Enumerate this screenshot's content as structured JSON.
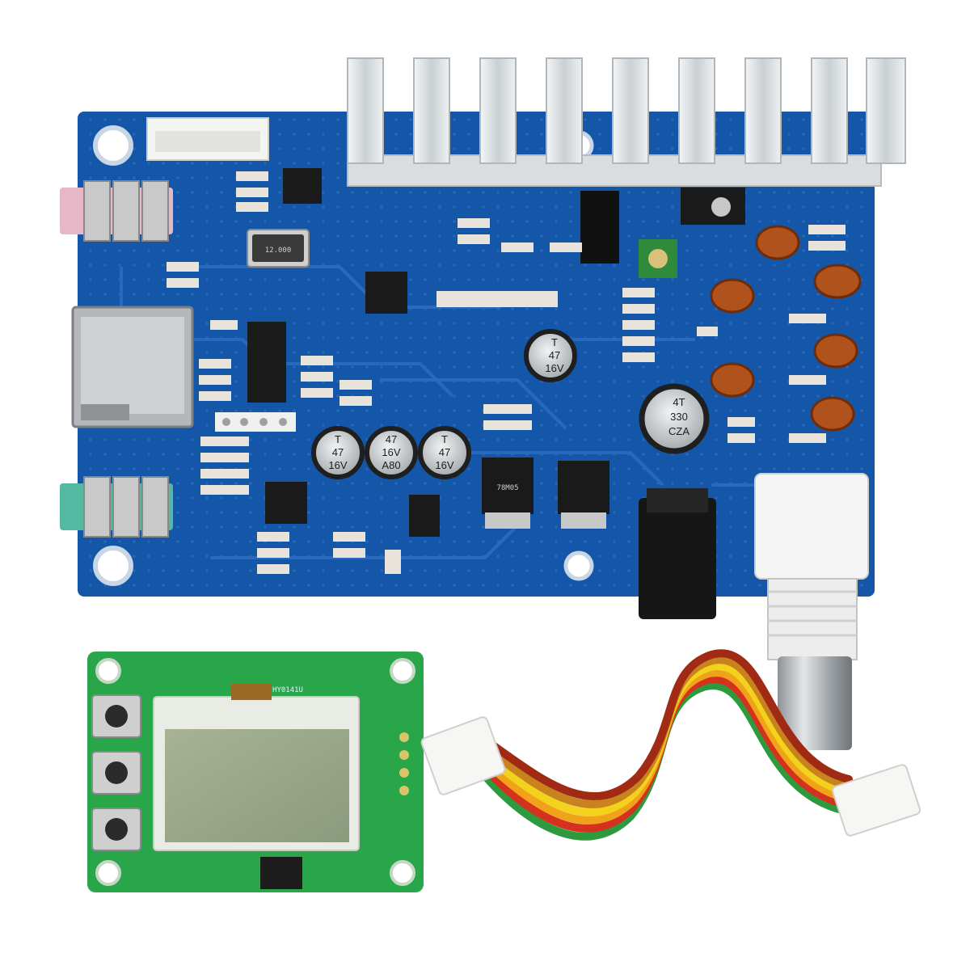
{
  "scene": {
    "subject": "FM transmitter kit: main board, LCD display board, ribbon cable",
    "colors": {
      "background": "#ffffff",
      "main_pcb": "#1456a8",
      "lcd_pcb": "#2aa64a",
      "heatsink": "#d9dde0",
      "lcd_glass": "#9aa888"
    }
  },
  "labels": {
    "cap1_a": "T",
    "cap1_b": "47",
    "cap1_c": "16V",
    "cap2_a": "T",
    "cap2_b": "47",
    "cap2_c": "16V",
    "cap3_a": "47",
    "cap3_b": "16V",
    "cap3_c": "A80",
    "cap4_a": "T",
    "cap4_b": "47",
    "cap4_c": "16V",
    "cap_big_a": "4T",
    "cap_big_b": "330",
    "cap_big_c": "CZA",
    "regulator": "78M05",
    "crystal": "12.000",
    "lcd_part": "HY0141U"
  }
}
